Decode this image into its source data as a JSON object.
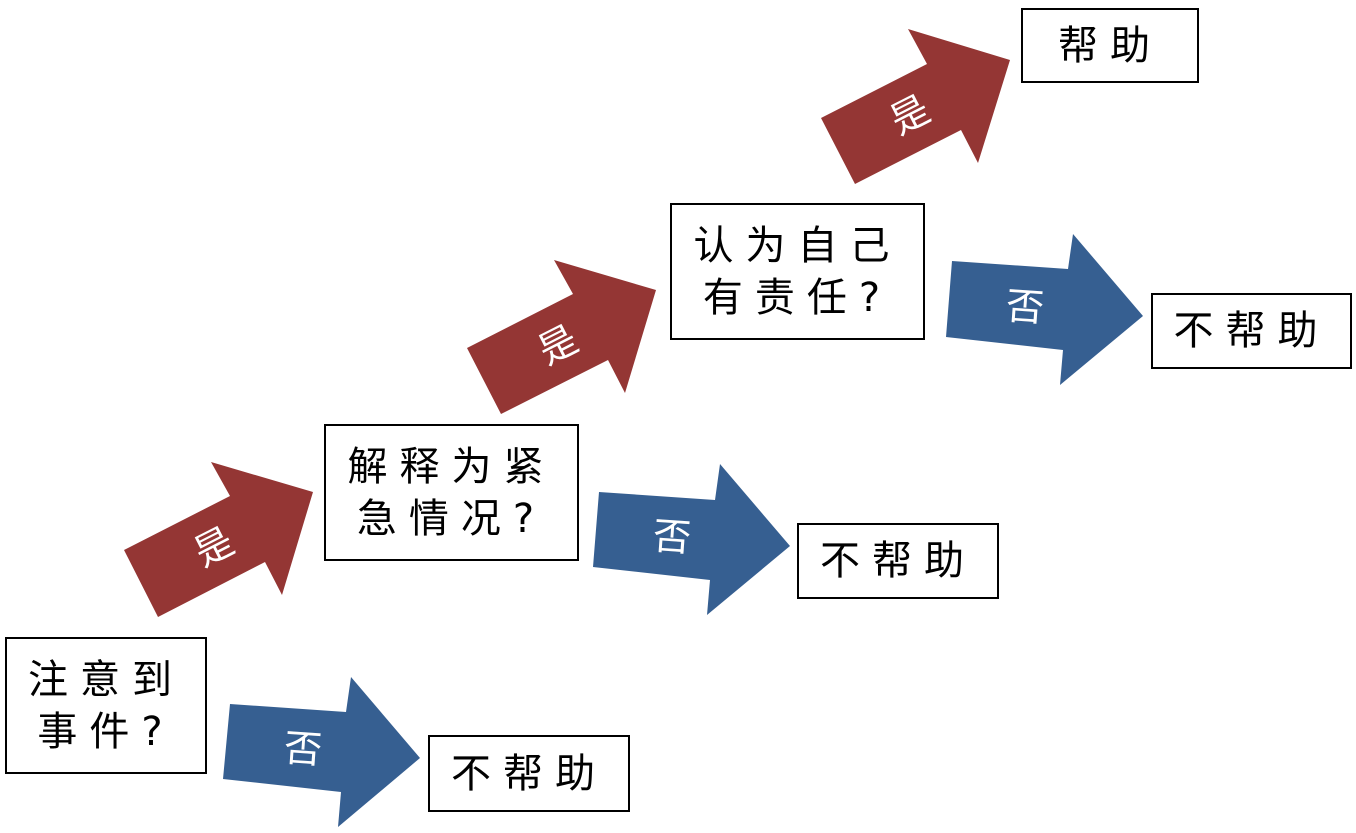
{
  "colors": {
    "yes_arrow": "#943634",
    "no_arrow": "#365F91"
  },
  "steps": [
    {
      "question": "注意到\n事件?",
      "yes_label": "是",
      "no_label": "否",
      "no_result": "不帮助"
    },
    {
      "question": "解释为紧\n急情况?",
      "yes_label": "是",
      "no_label": "否",
      "no_result": "不帮助"
    },
    {
      "question": "认为自己\n有责任?",
      "yes_label": "是",
      "no_label": "否",
      "no_result": "不帮助"
    }
  ],
  "final_result": "帮助"
}
